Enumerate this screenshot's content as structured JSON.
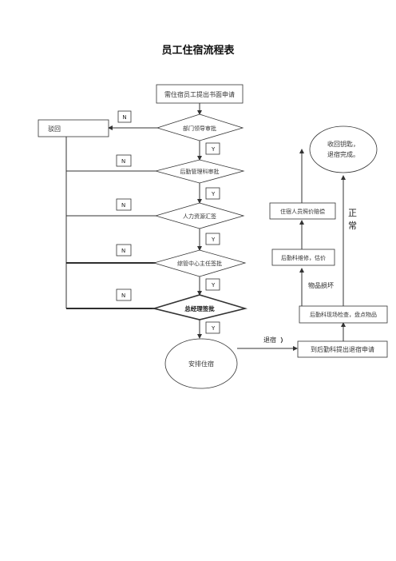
{
  "title": "员工住宿流程表",
  "nodes": {
    "apply": "需住宿员工提出书面申请",
    "reject": "驳回",
    "dept_approve": "部门领导审批",
    "logistics_approve": "后勤管理科审批",
    "hr_summary": "人力资源汇签",
    "general_mgmt_sign": "综管中心主任签批",
    "gm_sign": "总经理签批",
    "arrange": "安排住宿",
    "checkout_apply": "到后勤科提出退宿申请",
    "inspect": "后勤科现场检查，盘点物品",
    "repair": "后勤科维修，估价",
    "compensate": "住宿人员照价赔偿",
    "done_line1": "收回钥匙，",
    "done_line2": "退宿完成。"
  },
  "edge_labels": {
    "no": "N",
    "yes": "Y",
    "checkout": "退宿",
    "damaged": "物品损坏",
    "normal_1": "正",
    "normal_2": "常"
  }
}
